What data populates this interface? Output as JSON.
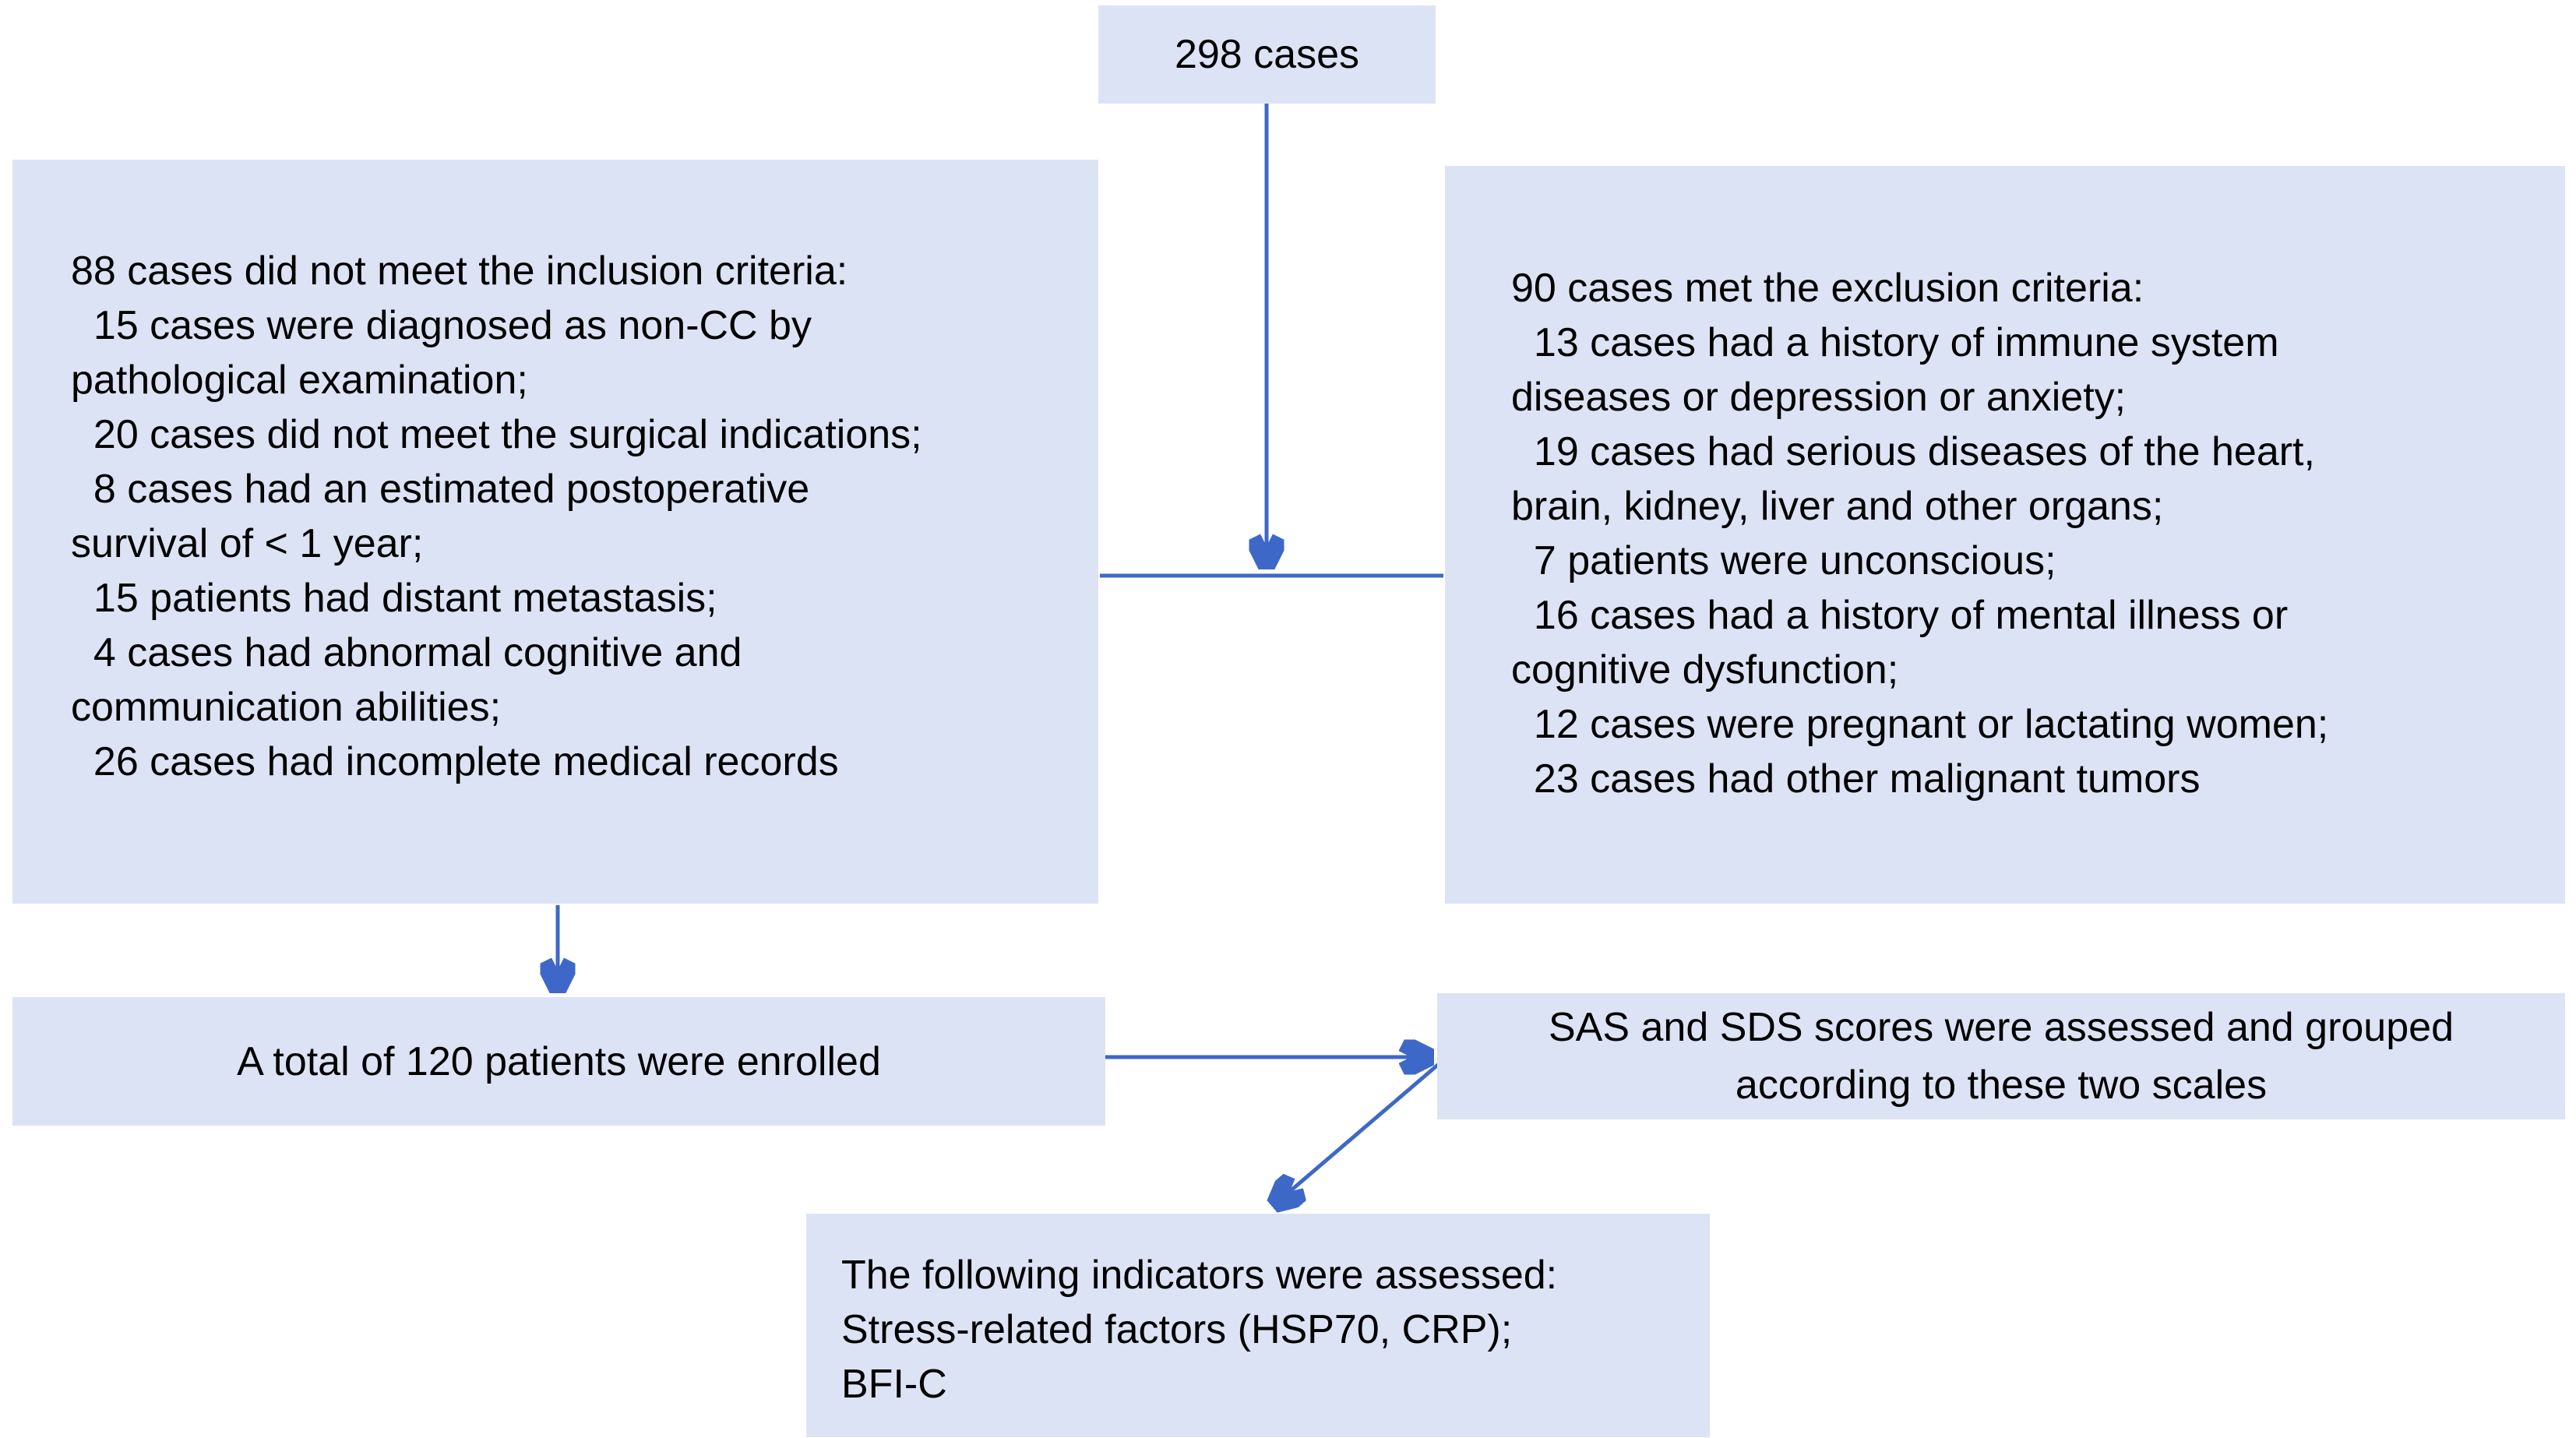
{
  "top_box": {
    "label": "298 cases"
  },
  "left_box": {
    "lines": [
      "88 cases did not meet the inclusion criteria:",
      "  15 cases were diagnosed as non-CC by",
      "pathological examination;",
      "  20 cases did not meet the surgical indications;",
      "  8 cases had an estimated postoperative",
      "survival of < 1 year;",
      "  15 patients had distant metastasis;",
      "  4 cases had abnormal cognitive and",
      "communication abilities;",
      "  26 cases had incomplete medical records"
    ]
  },
  "right_box": {
    "lines": [
      "90 cases met the exclusion criteria:",
      "  13 cases had a history of immune system",
      "diseases or depression or anxiety;",
      "  19 cases had serious diseases of the heart,",
      "brain, kidney, liver and other organs;",
      "  7 patients were unconscious;",
      "  16 cases had a history of mental illness or",
      "cognitive dysfunction;",
      "  12 cases were pregnant or lactating women;",
      "  23 cases had other malignant tumors"
    ]
  },
  "enrolled_box": {
    "label": "A total of 120 patients were enrolled"
  },
  "sas_box": {
    "lines": [
      "SAS and SDS scores were assessed and grouped",
      "according to these two scales"
    ]
  },
  "indicators_box": {
    "lines": [
      "The following indicators were assessed:",
      "Stress-related factors (HSP70, CRP);",
      "BFI-C"
    ]
  },
  "colors": {
    "box_fill": "#dce3f4",
    "arrow": "#3e68c8",
    "text": "#000000"
  }
}
